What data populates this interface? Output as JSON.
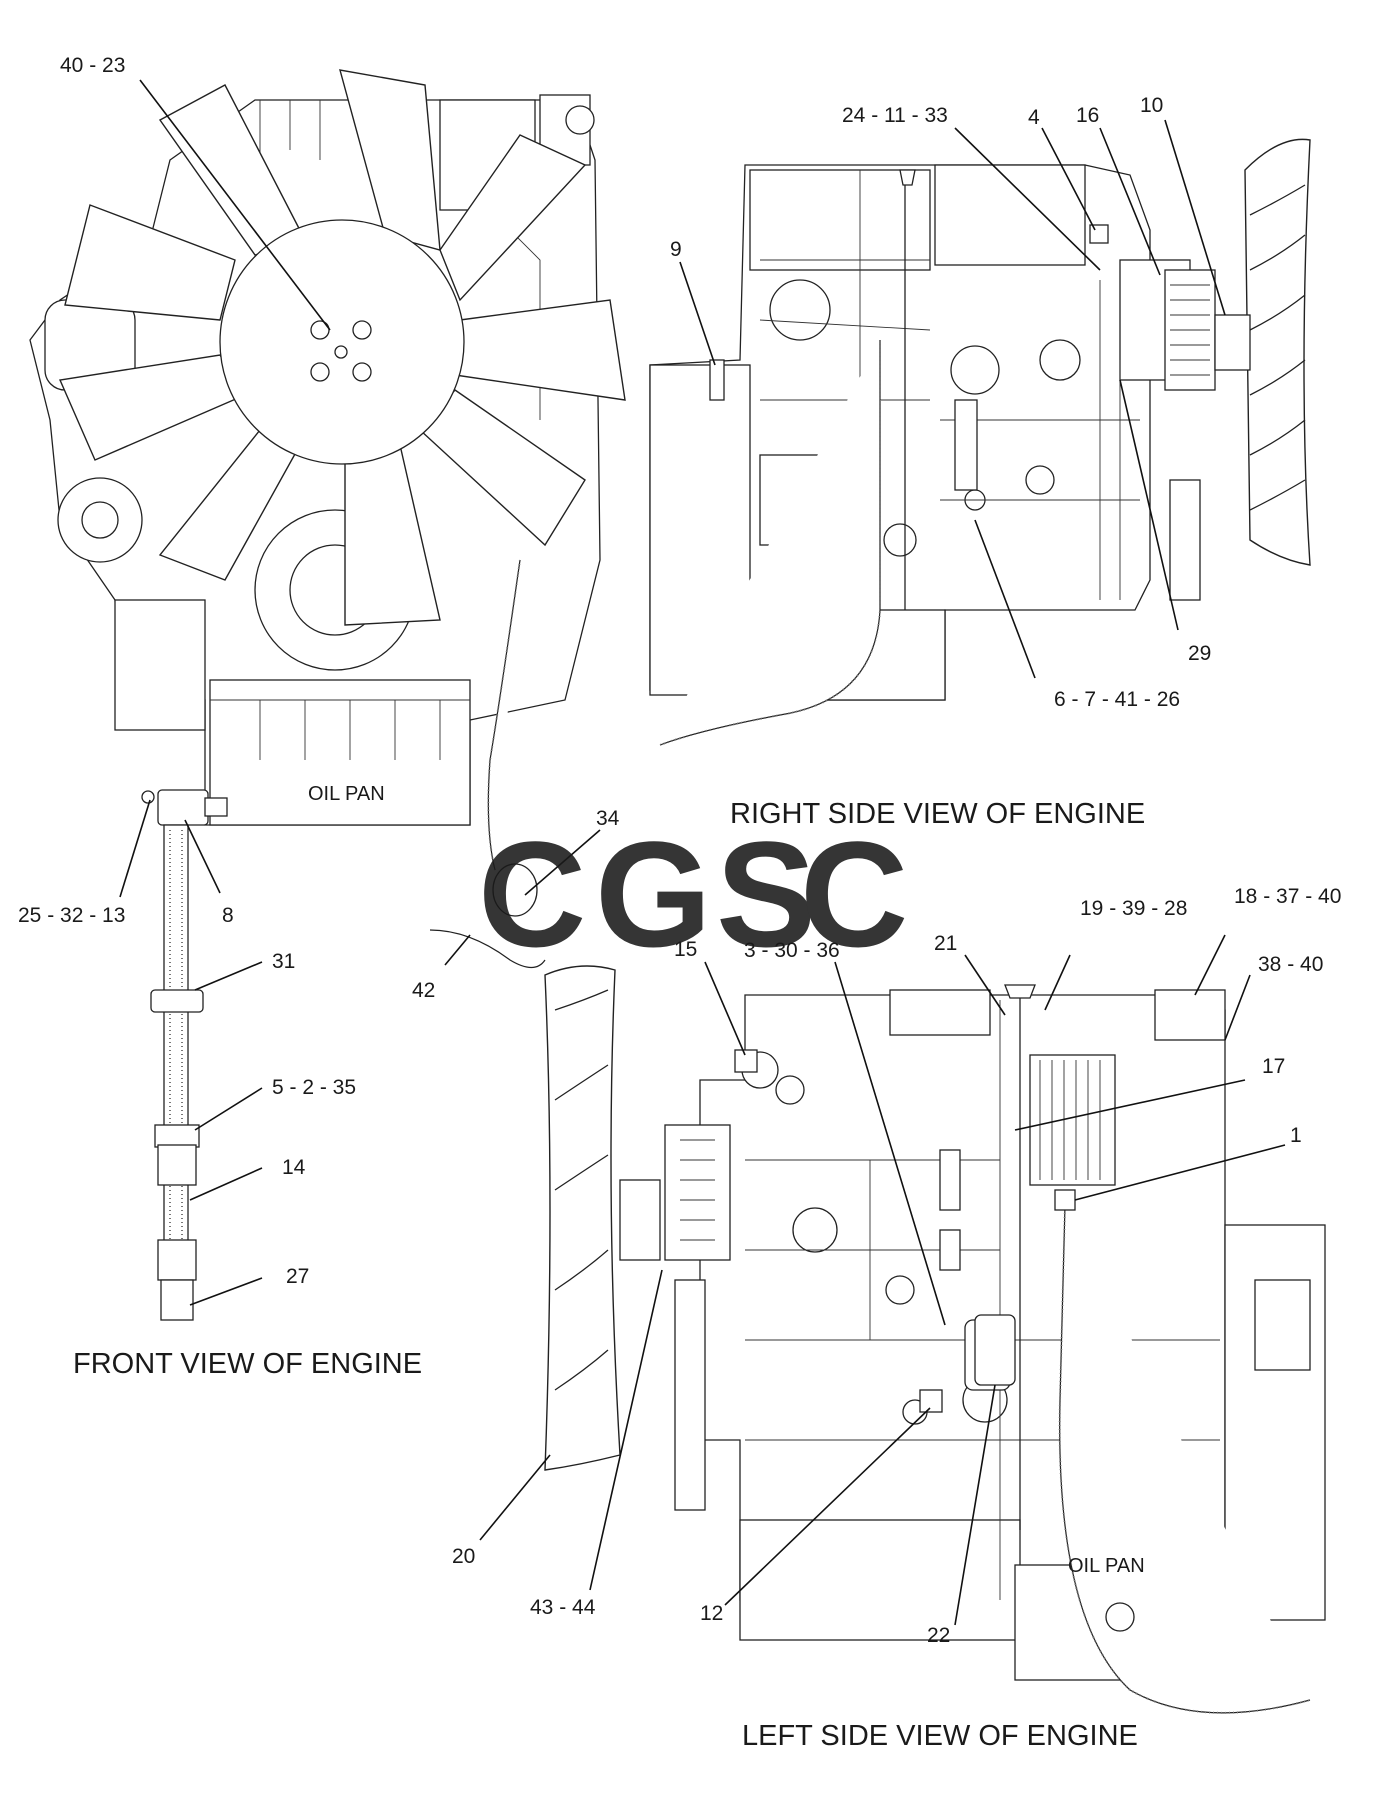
{
  "views": {
    "front": {
      "title": "FRONT VIEW OF ENGINE",
      "oil_pan_label": "OIL PAN"
    },
    "right": {
      "title": "RIGHT SIDE VIEW OF ENGINE"
    },
    "left": {
      "title": "LEFT SIDE VIEW OF ENGINE",
      "oil_pan_label": "OIL PAN"
    }
  },
  "callouts": {
    "c_40_23": "40 - 23",
    "c_25_32_13": "25 - 32 - 13",
    "c_8": "8",
    "c_31": "31",
    "c_5_2_35": "5 - 2 - 35",
    "c_14": "14",
    "c_27": "27",
    "c_34": "34",
    "c_42": "42",
    "c_24_11_33": "24 - 11 - 33",
    "c_4": "4",
    "c_16": "16",
    "c_10": "10",
    "c_9": "9",
    "c_29": "29",
    "c_6_7_41_26": "6 - 7 - 41 - 26",
    "c_21": "21",
    "c_19_39_28": "19 - 39 - 28",
    "c_18_37_40": "18 - 37 - 40",
    "c_38_40": "38 - 40",
    "c_15": "15",
    "c_3_30_36": "3 - 30 - 36",
    "c_17": "17",
    "c_1": "1",
    "c_20": "20",
    "c_43_44": "43 - 44",
    "c_12": "12",
    "c_22": "22"
  },
  "watermark": {
    "letters": [
      "C",
      "G",
      "S",
      "C"
    ],
    "colors": [
      "#4f8ef7",
      "#f07f7a",
      "#f7cf52",
      "#5fb88a"
    ]
  }
}
